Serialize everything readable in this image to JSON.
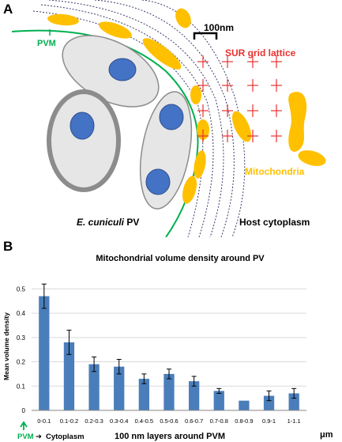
{
  "panel_a": {
    "letter": "A",
    "scale_label": "100nm",
    "pvm_label": "PVM",
    "grid_label": "SUR grid lattice",
    "mito_label": "Mitochondria",
    "pv_label_species": "E. cuniculi",
    "pv_label_suffix": " PV",
    "host_label": "Host cytoplasm"
  },
  "panel_b": {
    "letter": "B",
    "x_unit": "μm",
    "pvm_marker": "PVM",
    "arrow_glyph": "➔",
    "cytoplasm": "Cytoplasm"
  },
  "colors": {
    "mitochondria": "#FFC000",
    "pvm_line": "#00B050",
    "grid_cross": "#E8312F",
    "bar": "#4A7EBB",
    "nucleus": "#4472C4"
  },
  "chart_data": {
    "type": "bar",
    "title": "Mitochondrial volume density around PV",
    "xlabel": "100 nm layers around PVM",
    "ylabel": "Mean volume density",
    "categories": [
      "0-0.1",
      "0.1-0.2",
      "0.2-0.3",
      "0.3-0.4",
      "0.4-0.5",
      "0.5-0.6",
      "0.6-0.7",
      "0.7-0.8",
      "0.8-0.9",
      "0.9-1",
      "1-1.1"
    ],
    "values": [
      0.47,
      0.28,
      0.19,
      0.18,
      0.13,
      0.15,
      0.12,
      0.08,
      0.04,
      0.06,
      0.07
    ],
    "errors": [
      0.05,
      0.05,
      0.03,
      0.03,
      0.02,
      0.02,
      0.02,
      0.01,
      0.0,
      0.02,
      0.02
    ],
    "yticks": [
      "0",
      "0.1",
      "0.2",
      "0.3",
      "0.4",
      "0.5"
    ],
    "ylim": [
      0,
      0.55
    ],
    "grid": true,
    "legend": "none"
  }
}
